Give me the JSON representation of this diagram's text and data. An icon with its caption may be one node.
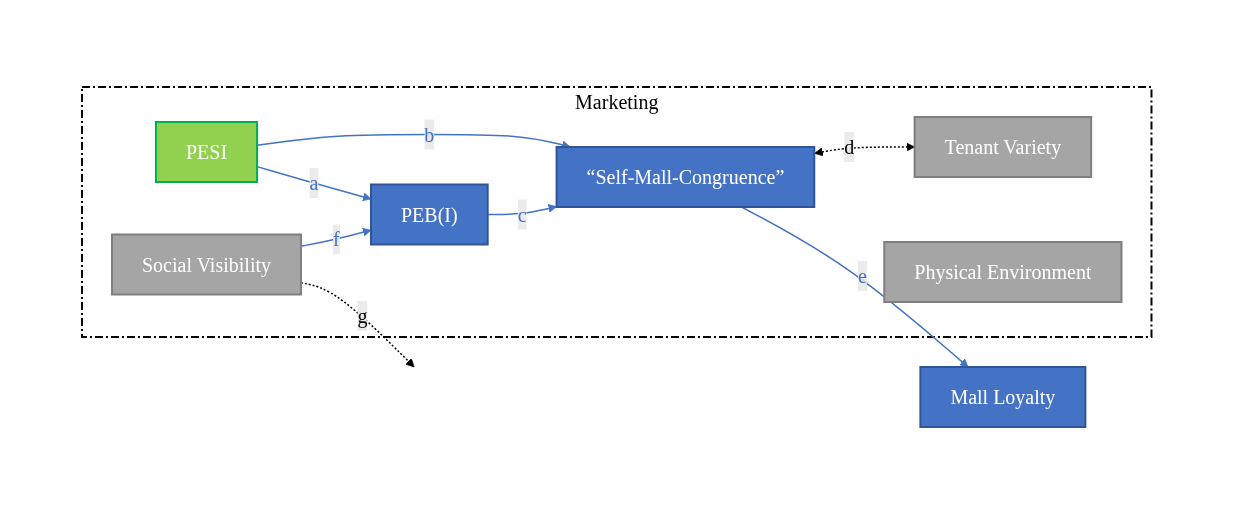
{
  "diagram": {
    "nodes": [
      {
        "text": [
          "Marketing"
        ]
      },
      {
        "text": [
          "Social Visibility"
        ],
        "in": 0
      },
      {
        "text": [
          "PEB(I)"
        ],
        "in": 0
      },
      {
        "text": [
          "PESI"
        ],
        "in": 0
      },
      {
        "text": [
          "“Self-Mall-Congruence”"
        ],
        "in": 0
      },
      {
        "text": [
          "Tenant Variety"
        ],
        "in": 0
      },
      {
        "text": [
          "Physical Environment"
        ],
        "in": 0
      },
      {
        "text": [
          "Mall Loyalty"
        ]
      }
    ],
    "edges": [
      {
        "from": 1,
        "to": 2,
        "arrow": "to",
        "label": "f"
      },
      {
        "from": 3,
        "to": 2,
        "arrow": "to",
        "label": "a"
      },
      {
        "from": 1,
        "to": null,
        "arrow": "to",
        "label": "g",
        "style": "dashed",
        "color": "#000000"
      },
      {
        "from": 2,
        "to": 4,
        "arrow": "to",
        "label": "c"
      },
      {
        "from": 3,
        "to": 4,
        "arrow": "to",
        "label": "b"
      },
      {
        "from": 4,
        "to": 5,
        "arrow": "both",
        "label": "d",
        "style": "dashed",
        "color": "#000000"
      },
      {
        "from": 4,
        "to": 7,
        "arrow": "to",
        "label": "e"
      }
    ]
  }
}
